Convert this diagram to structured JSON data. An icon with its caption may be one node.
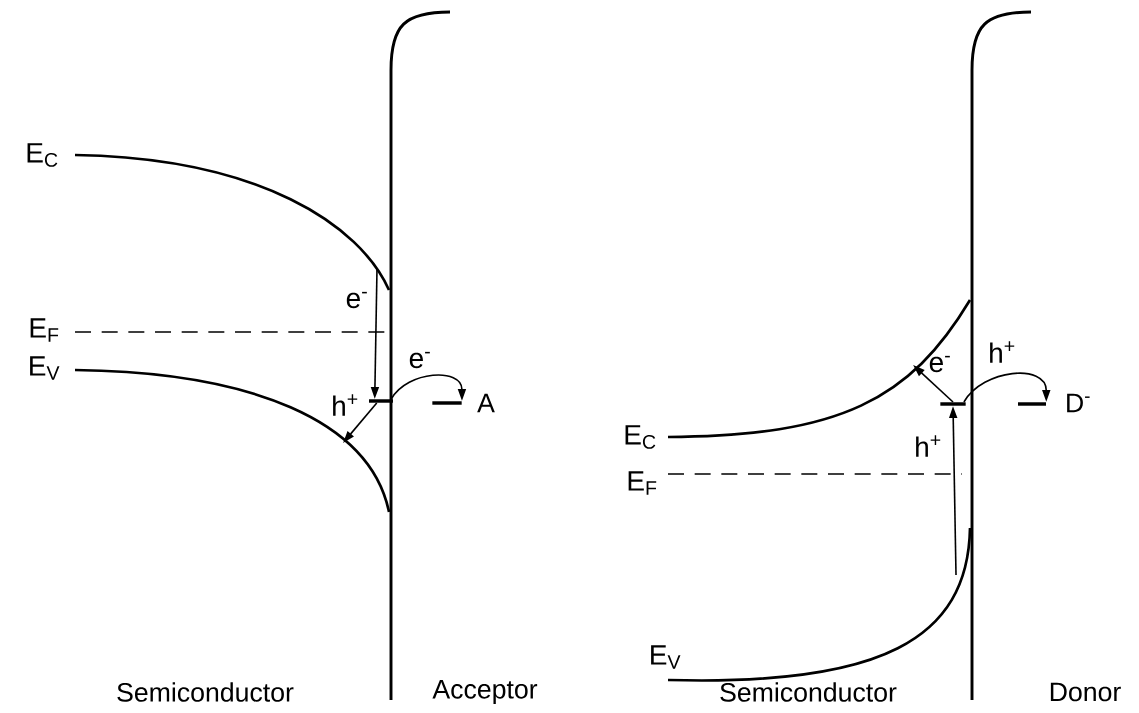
{
  "diagram": {
    "nodes": [
      {
        "text": [],
        "shape": "bar"
      },
      {
        "text": [],
        "shape": "bar",
        "beside": [
          "A"
        ]
      },
      {
        "text": [],
        "shape": "bar"
      },
      {
        "text": [],
        "shape": "bar",
        "beside": [
          "D$^{-}$"
        ]
      }
    ],
    "edges": [
      {
        "from": null,
        "to": 0,
        "arrow": "to",
        "label": "e$^{-}$"
      },
      {
        "from": 0,
        "to": null,
        "arrow": "to",
        "label": "h$^{+}$"
      },
      {
        "from": 0,
        "to": 1,
        "arrow": "to",
        "label": "e$^{-}$"
      },
      {
        "from": 2,
        "to": null,
        "arrow": "to",
        "label": "e$^{-}$"
      },
      {
        "from": null,
        "to": 2,
        "arrow": "to",
        "label": "h$^{+}$"
      },
      {
        "from": 2,
        "to": 3,
        "arrow": "to",
        "label": "h$^{+}$"
      }
    ],
    "labels": [
      "E$_{C}$",
      "E$_{F}$",
      "E$_{V}$",
      "Semiconductor",
      "Acceptor",
      "E$_{C}$",
      "E$_{F}$",
      "E$_{V}$",
      "Semiconductor",
      "Donor"
    ]
  }
}
